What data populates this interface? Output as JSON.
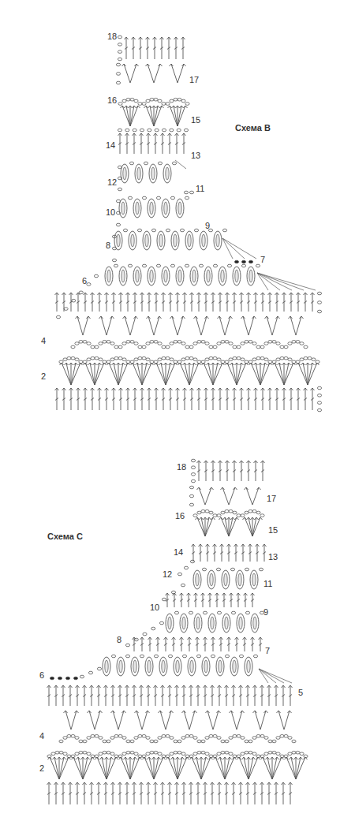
{
  "diagram": {
    "labels": [
      "18",
      "17",
      "16",
      "15",
      "Схема B",
      "14",
      "13",
      "12",
      "11",
      "10",
      "9",
      "8",
      "7",
      "6",
      "4",
      "2",
      "18",
      "17",
      "16",
      "15",
      "Схема C",
      "14",
      "13",
      "12",
      "11",
      "10",
      "9",
      "8",
      "7",
      "6",
      "5",
      "4",
      "2"
    ]
  }
}
